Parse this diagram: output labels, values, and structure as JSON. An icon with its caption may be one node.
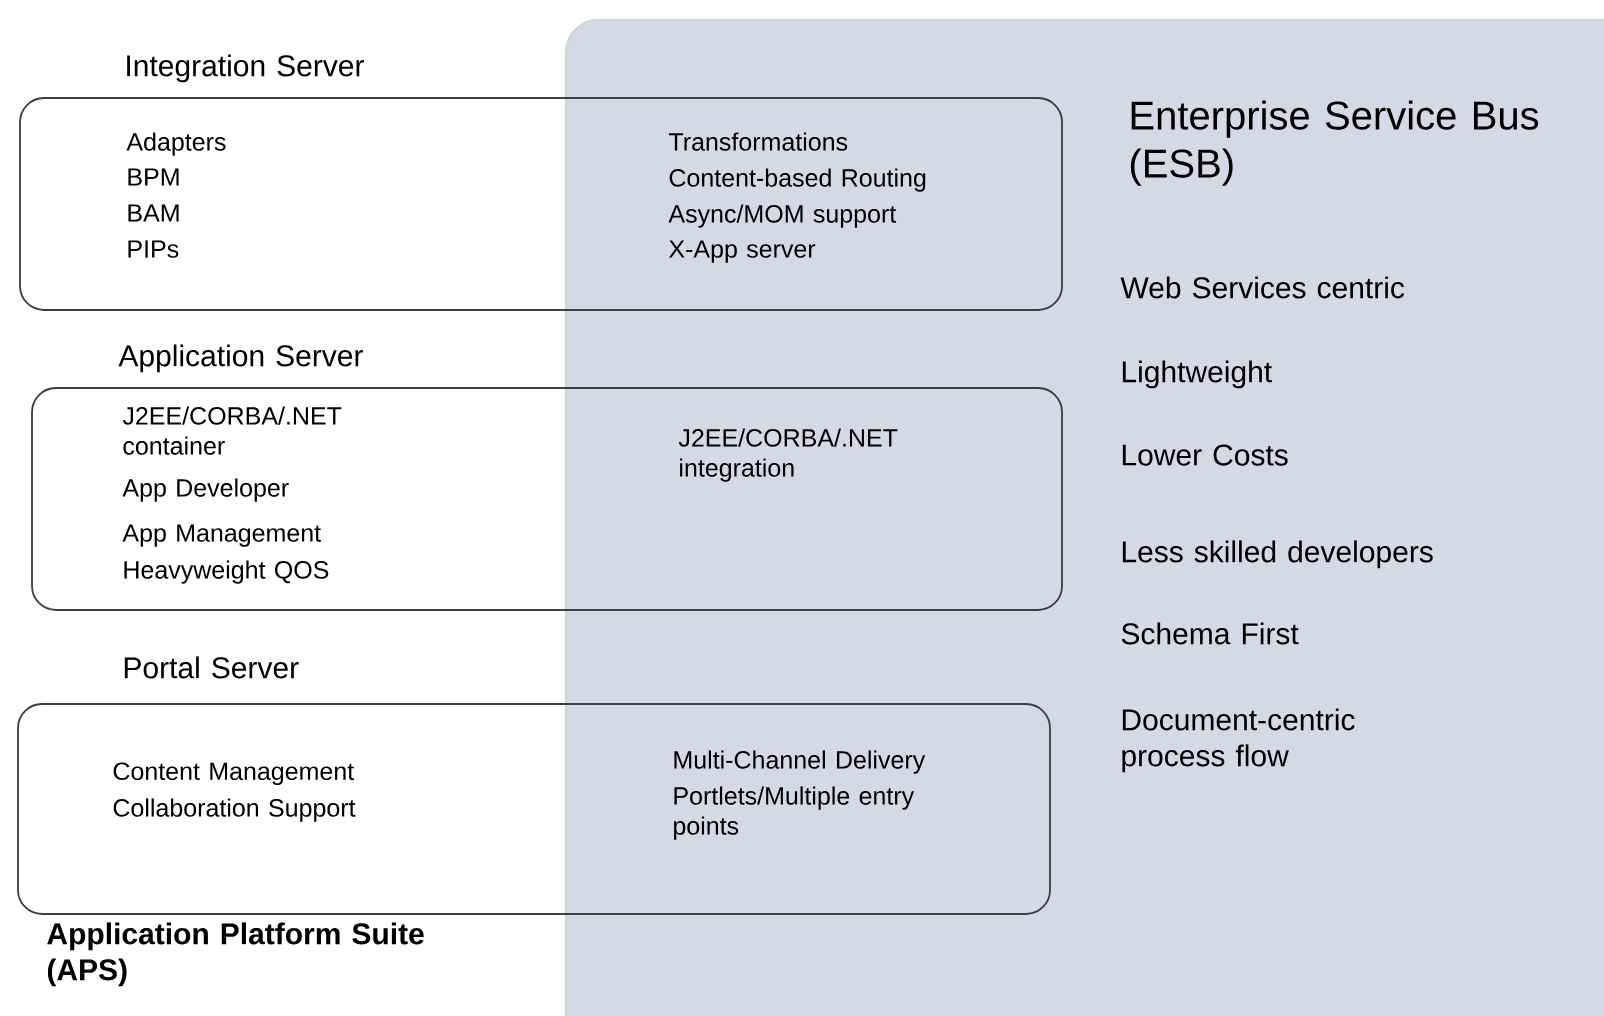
{
  "diagram": {
    "nodes": [
      {
        "text": [
          "Enterprise Service Bus (ESB)",
          "Web Services centric",
          "Lightweight",
          "Lower Costs",
          "Less skilled developers",
          "Schema First",
          "Document-centric process flow"
        ]
      },
      {
        "text": [
          "Integration Server",
          "Adapters",
          "BPM",
          "BAM",
          "PIPs",
          "Transformations",
          "Content-based Routing",
          "Async/MOM support",
          "X-App server"
        ]
      },
      {
        "text": [
          "Application Server",
          "J2EE/CORBA/.NET container",
          "App Developer",
          "App Management",
          "Heavyweight QOS",
          "J2EE/CORBA/.NET integration"
        ]
      },
      {
        "text": [
          "Portal Server",
          "Content Management",
          "Collaboration Support",
          "Multi-Channel Delivery",
          "Portlets/Multiple entry points"
        ]
      }
    ],
    "edges": [],
    "labels": [
      "Application Platform Suite (APS)"
    ]
  }
}
